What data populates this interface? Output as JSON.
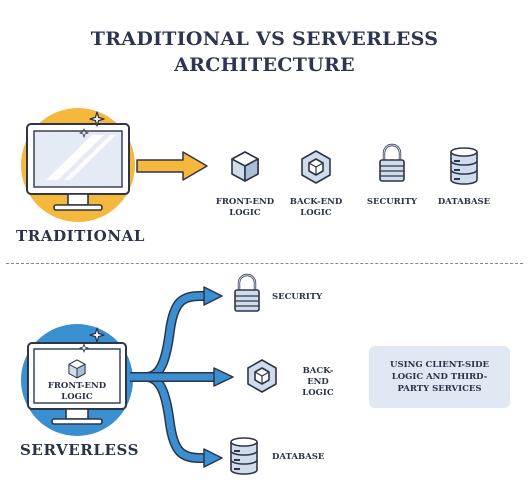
{
  "title": {
    "line1": "TRADITIONAL VS SERVERLESS",
    "line2": "ARCHITECTURE"
  },
  "traditional": {
    "label": "TRADITIONAL",
    "items": [
      {
        "line1": "FRONT-END",
        "line2": "LOGIC",
        "icon": "cube-icon"
      },
      {
        "line1": "BACK-END",
        "line2": "LOGIC",
        "icon": "hollow-cube-icon"
      },
      {
        "line1": "SECURITY",
        "line2": "",
        "icon": "padlock-icon"
      },
      {
        "line1": "DATABASE",
        "line2": "",
        "icon": "database-icon"
      }
    ]
  },
  "serverless": {
    "label": "SERVERLESS",
    "screen_line1": "FRONT-END",
    "screen_line2": "LOGIC",
    "items": [
      {
        "line1": "SECURITY",
        "line2": "",
        "icon": "padlock-icon"
      },
      {
        "line1": "BACK-END",
        "line2": "LOGIC",
        "icon": "hollow-cube-icon"
      },
      {
        "line1": "DATABASE",
        "line2": "",
        "icon": "database-icon"
      }
    ],
    "note": "USING CLIENT-SIDE LOGIC AND THIRD-PARTY SERVICES"
  },
  "colors": {
    "accent_yellow": "#f5b83d",
    "accent_blue": "#3a8fd1",
    "icon_fill": "#cfdcec",
    "outline": "#2e3547"
  }
}
